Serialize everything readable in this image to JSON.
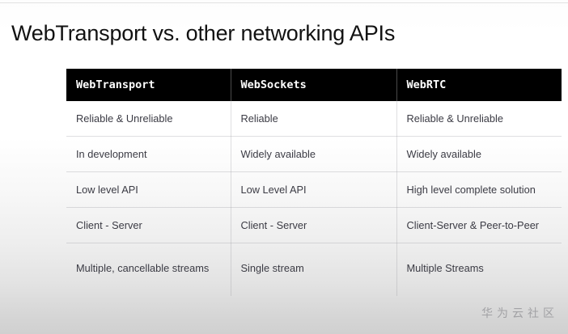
{
  "slide": {
    "title": "WebTransport vs. other networking APIs",
    "watermark": "华为云社区",
    "background_top_color": "#ffffff",
    "background_bottom_color": "#d0d0d0",
    "header_background_color": "#000000",
    "header_text_color": "#ffffff",
    "body_text_color": "#3b3b44"
  },
  "table": {
    "columns": [
      {
        "label": "WebTransport"
      },
      {
        "label": "WebSockets"
      },
      {
        "label": "WebRTC"
      }
    ],
    "rows": [
      {
        "cells": [
          "Reliable & Unreliable",
          "Reliable",
          "Reliable & Unreliable"
        ]
      },
      {
        "cells": [
          "In development",
          "Widely available",
          "Widely available"
        ]
      },
      {
        "cells": [
          "Low level API",
          "Low Level API",
          "High level complete solution"
        ]
      },
      {
        "cells": [
          "Client - Server",
          "Client - Server",
          "Client-Server & Peer-to-Peer"
        ]
      },
      {
        "cells": [
          "Multiple, cancellable streams",
          "Single stream",
          "Multiple Streams"
        ]
      }
    ]
  }
}
